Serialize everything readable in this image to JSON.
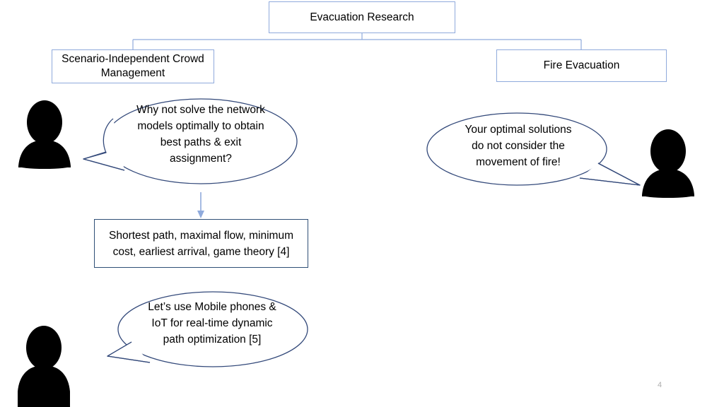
{
  "slide": {
    "page_number": "4",
    "accent_box_border": "#8faadc",
    "bubble_border": "#33497a",
    "arrow_color": "#8faadc",
    "figure_color": "#000000"
  },
  "hierarchy": {
    "root": {
      "label": "Evacuation Research"
    },
    "children": [
      {
        "label": "Scenario-Independent Crowd Management"
      },
      {
        "label": "Fire Evacuation"
      }
    ]
  },
  "methods_box": {
    "label": "Shortest path, maximal flow, minimum cost, earliest arrival, game theory [4]"
  },
  "bubbles": [
    {
      "name": "bubble-why-not-solve",
      "text": "Why not solve the network models optimally to obtain best paths & exit assignment?",
      "tail_direction": "left"
    },
    {
      "name": "bubble-your-optimal",
      "text": "Your optimal solutions do not consider the movement of fire!",
      "tail_direction": "right"
    },
    {
      "name": "bubble-lets-use-mobile",
      "text": "Let’s use Mobile phones & IoT for real-time dynamic path optimization [5]",
      "tail_direction": "left"
    }
  ],
  "figures": [
    {
      "name": "person-left-top",
      "icon": "person-silhouette-icon"
    },
    {
      "name": "person-right",
      "icon": "person-silhouette-icon"
    },
    {
      "name": "person-left-bottom",
      "icon": "person-silhouette-icon"
    }
  ]
}
